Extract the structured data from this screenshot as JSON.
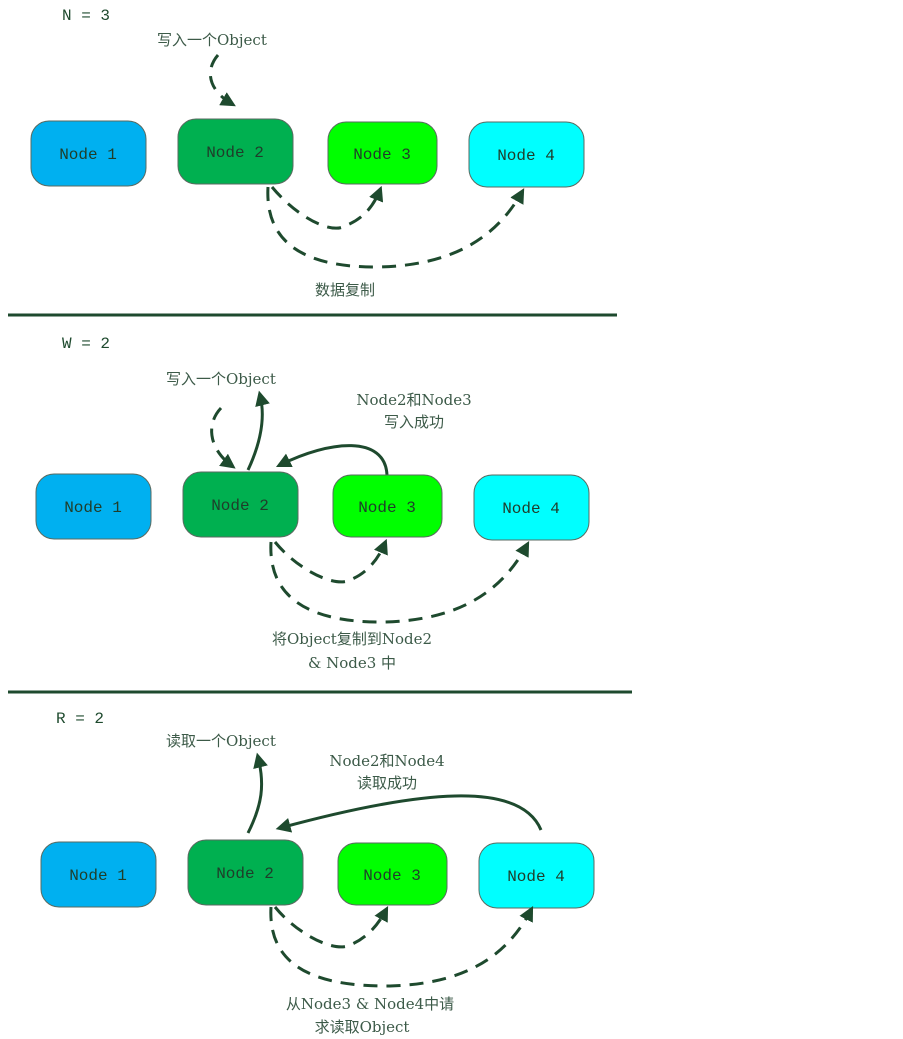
{
  "colors": {
    "node1": "#00b0f0",
    "node2": "#00b050",
    "node3": "#00ff00",
    "node4": "#00ffff",
    "arrow": "#1e4a2e"
  },
  "sections": [
    {
      "header": "N = 3",
      "nodes": [
        "Node 1",
        "Node 2",
        "Node 3",
        "Node 4"
      ],
      "write_label": "写入一个Object",
      "replication_label": "数据复制"
    },
    {
      "header": "W = 2",
      "nodes": [
        "Node 1",
        "Node 2",
        "Node 3",
        "Node 4"
      ],
      "write_label": "写入一个Object",
      "ack_label_line1": "Node2和Node3",
      "ack_label_line2": "写入成功",
      "replication_label_line1": "将Object复制到Node2",
      "replication_label_line2": "& Node3 中"
    },
    {
      "header": "R = 2",
      "nodes": [
        "Node 1",
        "Node 2",
        "Node 3",
        "Node 4"
      ],
      "read_label": "读取一个Object",
      "ack_label_line1": "Node2和Node4",
      "ack_label_line2": "读取成功",
      "request_label_line1": "从Node3 & Node4中请",
      "request_label_line2": "求读取Object"
    }
  ]
}
